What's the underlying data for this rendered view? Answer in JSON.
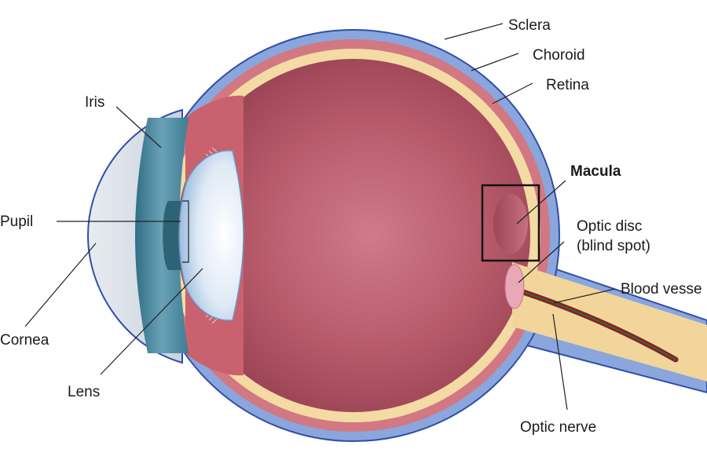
{
  "colors": {
    "sclera": "#8aa6dc",
    "sclera_edge": "#2f4fa8",
    "choroid": "#d27882",
    "retina": "#f4dba4",
    "vitreous": "#a44d5c",
    "vitreous_center": "#d07a8a",
    "optic_nerve": "#f1d59a",
    "blood_vessel": "#8b1d24",
    "blood_vessel_green": "#2f6b3a",
    "macula_highlight": "#cc2a2a",
    "label_text": "#1a1a1a",
    "leader_line": "#222222"
  },
  "labels": {
    "sclera": "Sclera",
    "choroid": "Choroid",
    "retina": "Retina",
    "iris": "Iris",
    "macula": "Macula",
    "optic_disc_line1": "Optic disc",
    "optic_disc_line2": "(blind spot)",
    "pupil": "Pupil",
    "blood_vessel": "Blood vesse",
    "cornea": "Cornea",
    "lens": "Lens",
    "optic_nerve": "Optic nerve"
  }
}
